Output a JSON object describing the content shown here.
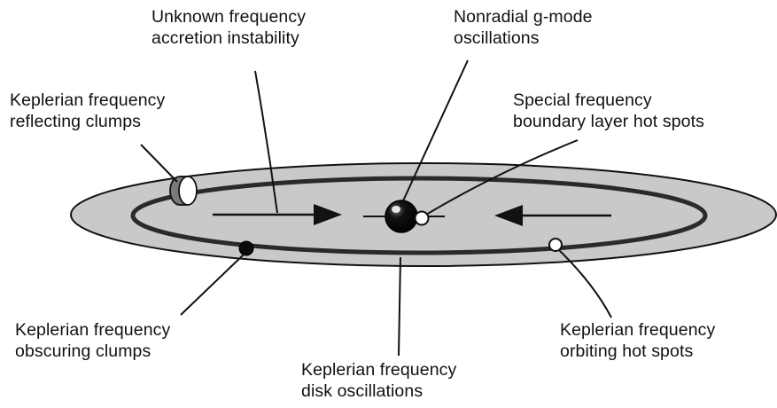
{
  "labels": {
    "unknown": {
      "line1": "Unknown frequency",
      "line2": "accretion instability"
    },
    "nonradial": {
      "line1": "Nonradial g-mode",
      "line2": "oscillations"
    },
    "reflecting": {
      "line1": "Keplerian frequency",
      "line2": "reflecting clumps"
    },
    "special": {
      "line1": "Special frequency",
      "line2": "boundary layer hot spots"
    },
    "obscuring": {
      "line1": "Keplerian frequency",
      "line2": "obscuring clumps"
    },
    "orbiting": {
      "line1": "Keplerian frequency",
      "line2": "orbiting hot spots"
    },
    "disk": {
      "line1": "Keplerian frequency",
      "line2": "disk oscillations"
    }
  },
  "colors": {
    "disk_fill": "#c9c9c9",
    "stroke": "#111111",
    "white": "#ffffff"
  }
}
